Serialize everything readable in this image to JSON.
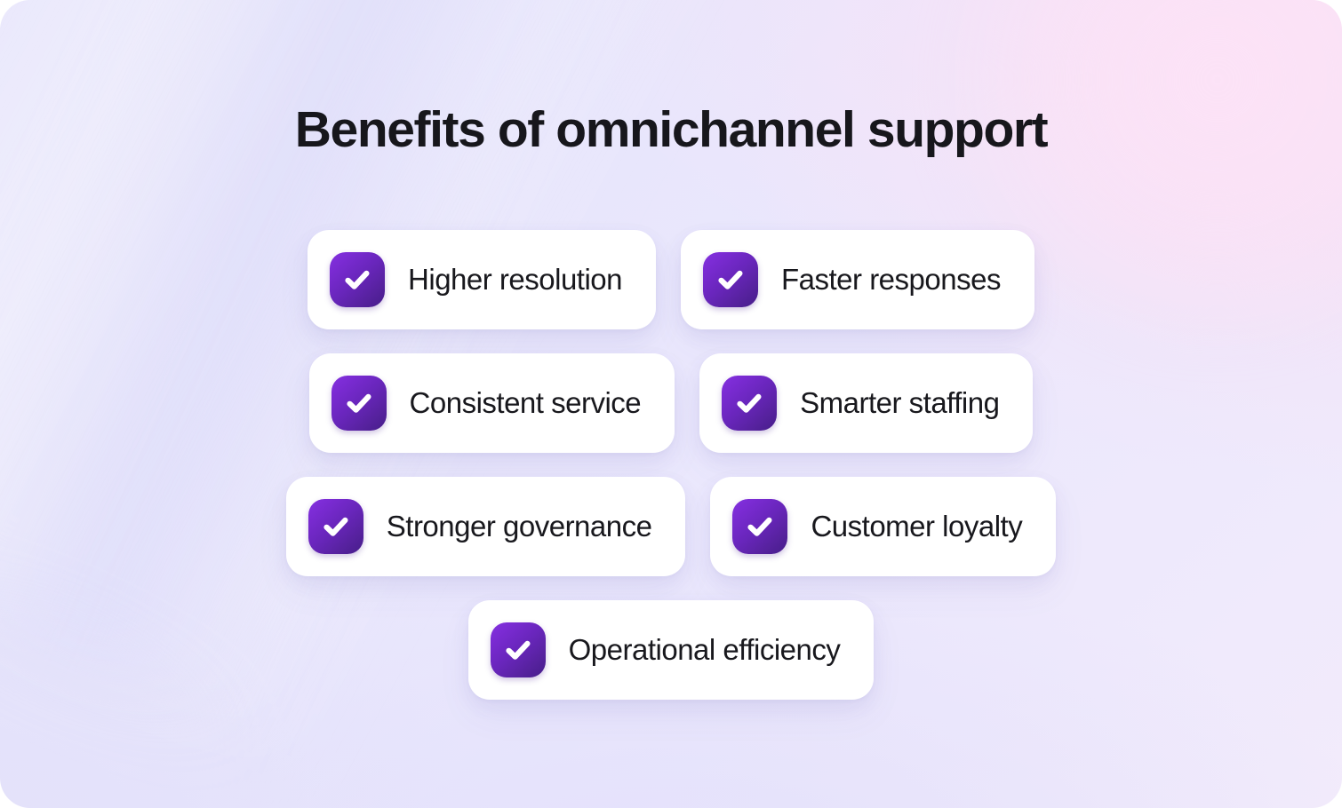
{
  "page": {
    "title": "Benefits of omnichannel support",
    "title_color": "#17171c",
    "background_colors": [
      "#e6e4fb",
      "#ebe8fd",
      "#f7e0f4",
      "#e2e0fa"
    ],
    "card_background": "#ffffff",
    "label_color": "#18181d"
  },
  "icon": {
    "name": "checkmark-icon",
    "glyph": "check",
    "gradient_from": "#8431e0",
    "gradient_to": "#461d8a",
    "check_color": "#ffffff"
  },
  "rows": [
    {
      "cards": [
        {
          "label": "Higher resolution"
        },
        {
          "label": "Faster responses"
        }
      ]
    },
    {
      "cards": [
        {
          "label": "Consistent service"
        },
        {
          "label": "Smarter staffing"
        }
      ]
    },
    {
      "cards": [
        {
          "label": "Stronger governance"
        },
        {
          "label": "Customer loyalty"
        }
      ]
    },
    {
      "cards": [
        {
          "label": "Operational efficiency"
        }
      ]
    }
  ]
}
